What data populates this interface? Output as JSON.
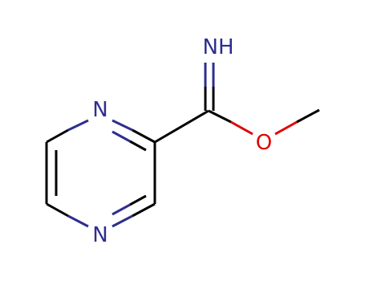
{
  "molecule": {
    "atoms": {
      "n_ring_top": "N",
      "n_ring_bottom": "N",
      "imine": "NH",
      "oxygen": "O"
    },
    "colors": {
      "bond": "#000000",
      "nitrogen": "#2e2e8f",
      "oxygen": "#e00000"
    }
  }
}
